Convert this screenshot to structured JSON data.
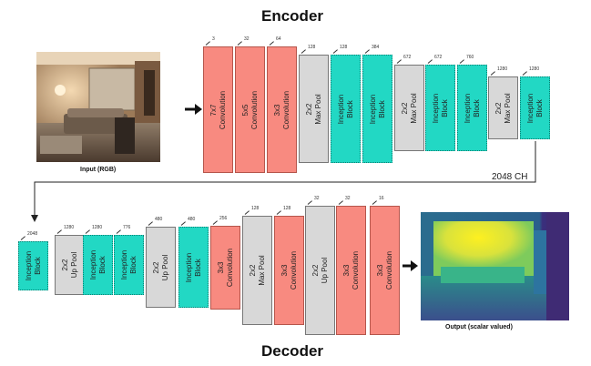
{
  "encoder_title": "Encoder",
  "decoder_title": "Decoder",
  "input_caption": "Input (RGB)",
  "output_caption": "Output (scalar valued)",
  "link_label": "2048 CH",
  "colors": {
    "convolution": "#f88a80",
    "pooling": "#d8d8d8",
    "inception": "#22d8c4"
  },
  "encoder_blocks": [
    {
      "kind": "conv",
      "label": "7x7\nConvolution",
      "channels": "3"
    },
    {
      "kind": "conv",
      "label": "5x5\nConvolution",
      "channels": "32"
    },
    {
      "kind": "conv",
      "label": "3x3\nConvolution",
      "channels": "64"
    },
    {
      "kind": "pool",
      "label": "2x2\nMax Pool",
      "channels": "128"
    },
    {
      "kind": "incep",
      "label": "Inception\nBlock",
      "channels": "128"
    },
    {
      "kind": "incep",
      "label": "Inception\nBlock",
      "channels": "384"
    },
    {
      "kind": "pool",
      "label": "2x2\nMax Pool",
      "channels": "672"
    },
    {
      "kind": "incep",
      "label": "Inception\nBlock",
      "channels": "672"
    },
    {
      "kind": "incep",
      "label": "Inception\nBlock",
      "channels": "760"
    },
    {
      "kind": "pool",
      "label": "2x2\nMax Pool",
      "channels": "1280"
    },
    {
      "kind": "incep",
      "label": "Inception\nBlock",
      "channels": "1280"
    }
  ],
  "decoder_blocks": [
    {
      "kind": "incep",
      "label": "Inception\nBlock",
      "channels": "2048"
    },
    {
      "kind": "pool",
      "label": "2x2\nUp Pool",
      "channels": "1280"
    },
    {
      "kind": "incep",
      "label": "Inception\nBlock",
      "channels": "1280"
    },
    {
      "kind": "incep",
      "label": "Inception\nBlock",
      "channels": "776"
    },
    {
      "kind": "pool",
      "label": "2x2\nUp Pool",
      "channels": "480"
    },
    {
      "kind": "incep",
      "label": "Inception\nBlock",
      "channels": "480"
    },
    {
      "kind": "conv",
      "label": "3x3\nConvolution",
      "channels": "256"
    },
    {
      "kind": "pool",
      "label": "2x2\nMax Pool",
      "channels": "128"
    },
    {
      "kind": "conv",
      "label": "3x3\nConvolution",
      "channels": "128"
    },
    {
      "kind": "pool",
      "label": "2x2\nUp Pool",
      "channels": "32"
    },
    {
      "kind": "conv",
      "label": "3x3\nConvolution",
      "channels": "32"
    },
    {
      "kind": "conv",
      "label": "3x3\nConvolution",
      "channels": "16"
    }
  ]
}
